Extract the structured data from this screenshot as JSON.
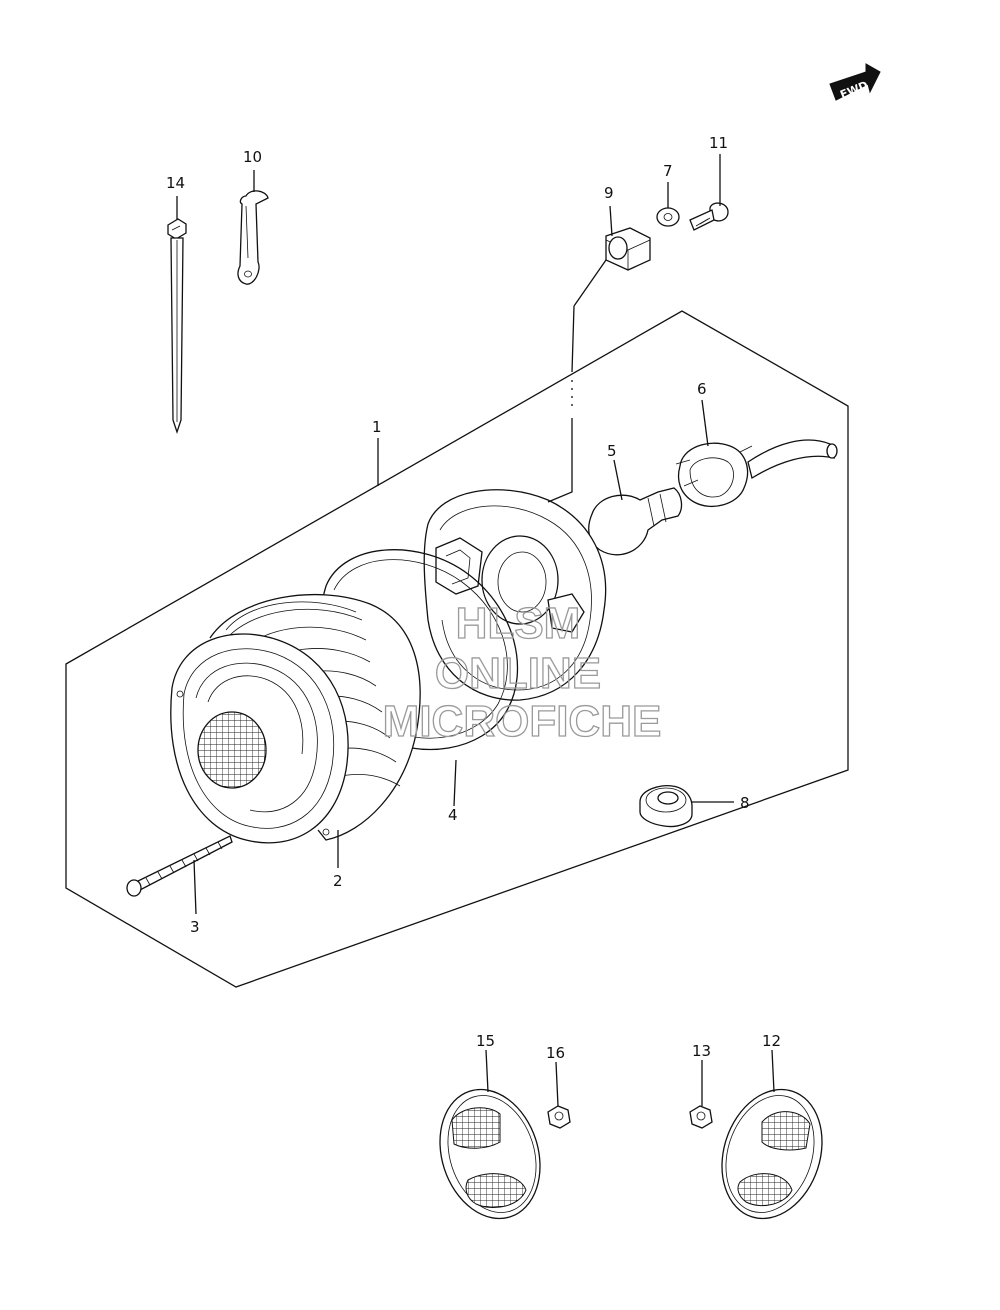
{
  "colors": {
    "ink": "#111111",
    "watermark": "#9a9a9a",
    "background": "#ffffff"
  },
  "fwd_badge": {
    "label": "FWD",
    "icon": "forward-arrow-icon"
  },
  "watermark": {
    "line1": "HLSM",
    "line2": "ONLINE",
    "line3": "MICROFICHE"
  },
  "callouts": [
    "1",
    "2",
    "3",
    "4",
    "5",
    "6",
    "7",
    "8",
    "9",
    "10",
    "11",
    "12",
    "13",
    "14",
    "15",
    "16"
  ]
}
